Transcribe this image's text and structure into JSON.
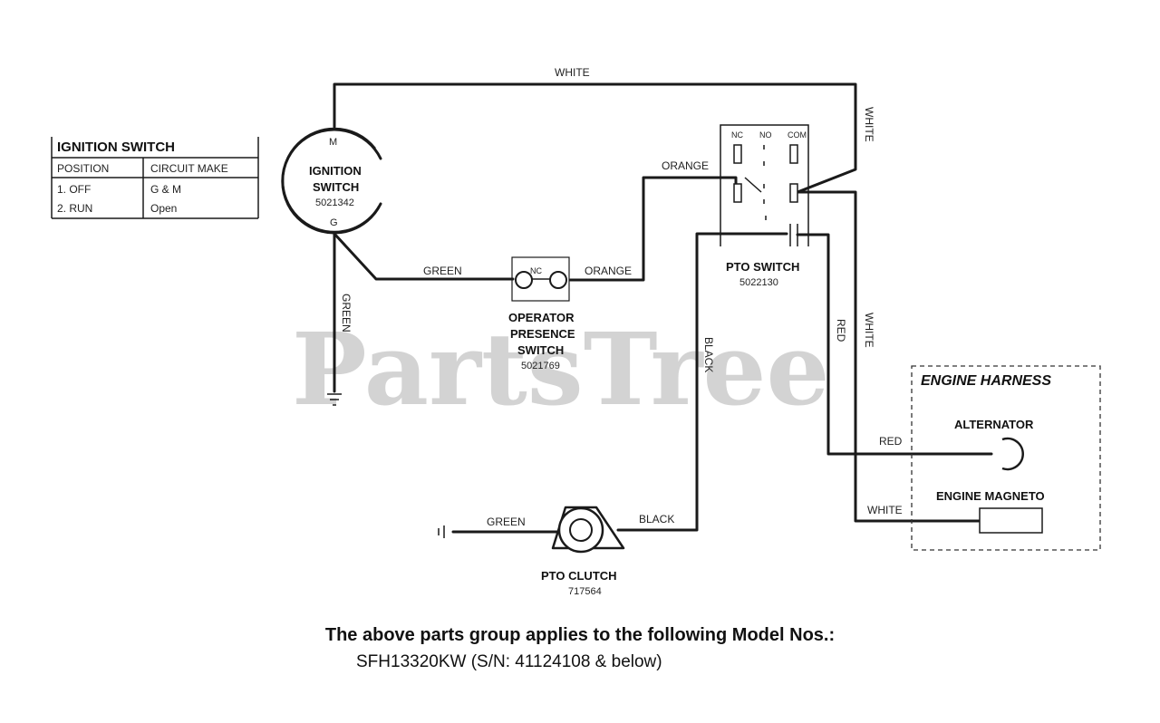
{
  "watermark": "PartsTree",
  "ignition_table": {
    "title": "IGNITION SWITCH",
    "headers": [
      "POSITION",
      "CIRCUIT MAKE"
    ],
    "rows": [
      [
        "1. OFF",
        "G & M"
      ],
      [
        "2. RUN",
        "Open"
      ]
    ]
  },
  "components": {
    "ignition_switch": {
      "name_line1": "IGNITION",
      "name_line2": "SWITCH",
      "part_no": "5021342",
      "terminal_top": "M",
      "terminal_bottom": "G"
    },
    "operator_presence_switch": {
      "name_line1": "OPERATOR",
      "name_line2": "PRESENCE",
      "name_line3": "SWITCH",
      "part_no": "5021769",
      "contact_label": "NC"
    },
    "pto_switch": {
      "name": "PTO SWITCH",
      "part_no": "5022130",
      "col_labels": [
        "NC",
        "NO",
        "COM"
      ]
    },
    "pto_clutch": {
      "name": "PTO CLUTCH",
      "part_no": "717564"
    },
    "engine_harness": {
      "title": "ENGINE HARNESS",
      "alternator": "ALTERNATOR",
      "magneto": "ENGINE MAGNETO"
    }
  },
  "wires": {
    "top_white": "WHITE",
    "right_white": "WHITE",
    "orange_top": "ORANGE",
    "orange_bottom": "ORANGE",
    "green_to_ops": "GREEN",
    "green_ground": "GREEN",
    "black_vertical": "BLACK",
    "red_vertical": "RED",
    "white_vertical": "WHITE",
    "red_alternator": "RED",
    "white_magneto": "WHITE",
    "green_clutch": "GREEN",
    "black_clutch": "BLACK"
  },
  "footer": {
    "title": "The above parts group applies to the following Model Nos.:",
    "model": "SFH13320KW  (S/N: 41124108 & below)"
  }
}
